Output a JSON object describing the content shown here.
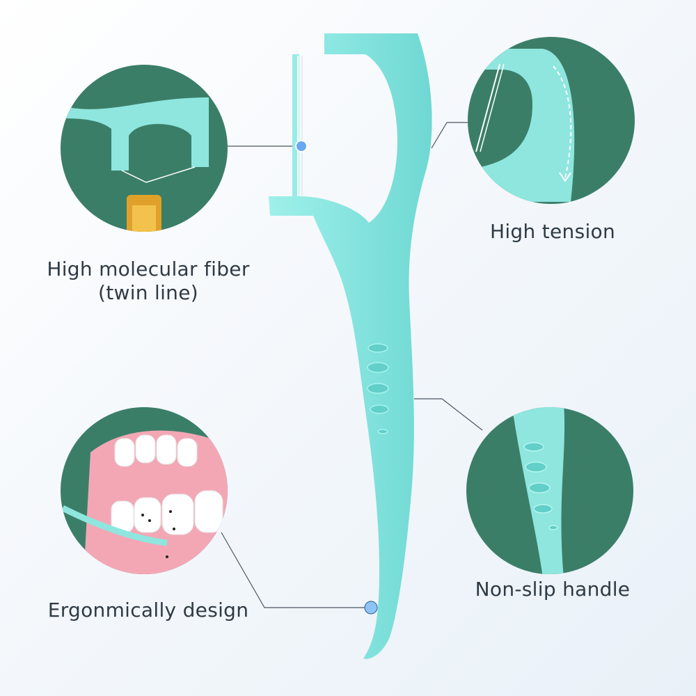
{
  "features": [
    {
      "label": "High molecular fiber",
      "sublabel": "(twin line)"
    },
    {
      "label": "High tension"
    },
    {
      "label": "Non-slip handle"
    },
    {
      "label": "Ergonmically design"
    }
  ],
  "colors": {
    "circle": "#3b7e68",
    "pick": "#7fe3dc",
    "dot": "#6aa8f0",
    "text": "#2e3a44"
  }
}
